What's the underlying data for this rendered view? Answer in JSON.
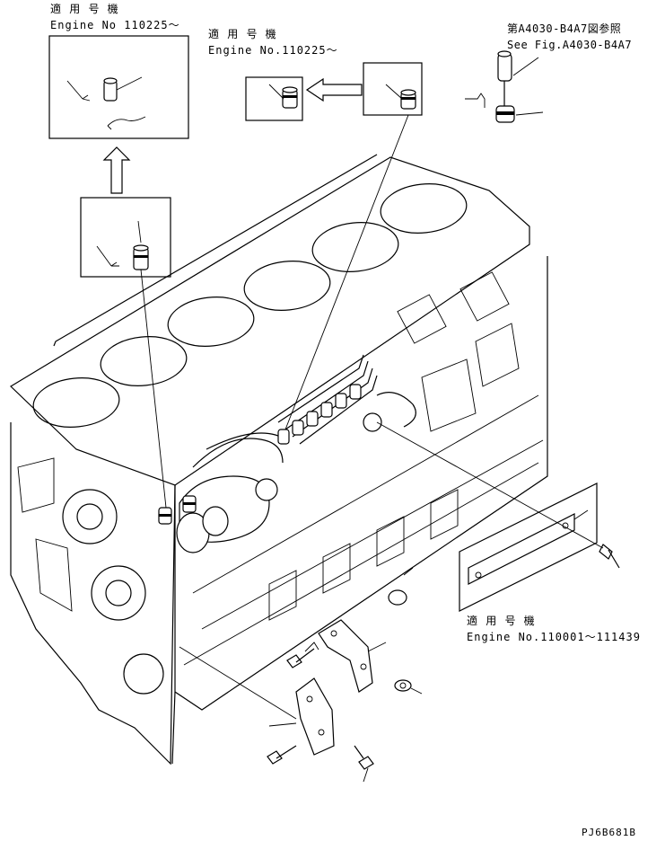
{
  "callouts": {
    "top_left": {
      "line1": "適 用 号 機",
      "line2": "Engine No 110225～"
    },
    "top_center": {
      "line1": "適 用 号 機",
      "line2": "Engine No.110225～"
    },
    "top_right": {
      "line1": "第A4030-B4A7図参照",
      "line2": "See Fig.A4030-B4A7"
    },
    "bottom_right": {
      "line1": "適 用 号 機",
      "line2": "Engine No.110001～111439"
    }
  },
  "drawing_code": "PJ6B681B"
}
